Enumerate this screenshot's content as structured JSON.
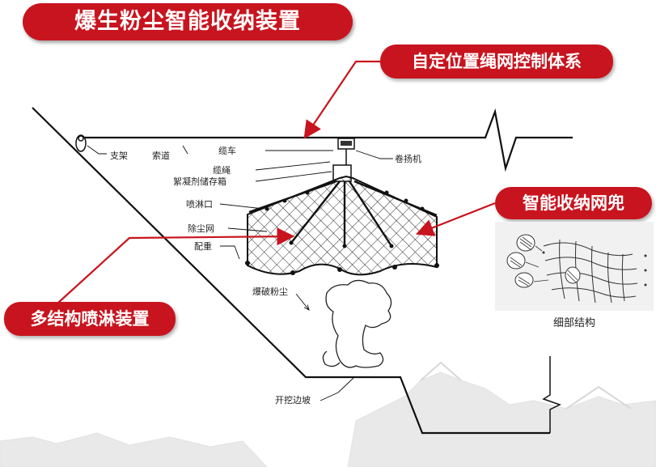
{
  "title": "爆生粉尘智能收纳装置",
  "callouts": {
    "rope_system": "自定位置绳网控制体系",
    "smart_net": "智能收纳网兜",
    "spray_device": "多结构喷淋装置"
  },
  "detail_caption": "细部结构",
  "labels": {
    "bracket": "支架",
    "cableway": "索道",
    "cable_car": "缆车",
    "winch": "卷扬机",
    "cable_rope": "缆绳",
    "flocculant_tank": "絮凝剂储存箱",
    "spray_nozzle": "喷淋口",
    "dust_net": "除尘网",
    "counterweight": "配重",
    "blast_dust": "爆破粉尘",
    "excavation_slope": "开挖边坡"
  },
  "colors": {
    "accent_red": "#c8141e",
    "line_black": "#111111",
    "background": "#ffffff"
  }
}
